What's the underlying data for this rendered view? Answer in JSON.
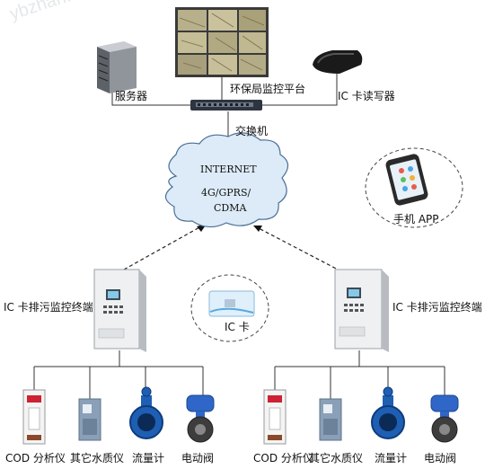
{
  "watermark": "ybzhan.cn",
  "nodes": {
    "server": "服务器",
    "platform": "环保局监控平台",
    "card_reader": "IC 卡读写器",
    "switch": "交换机",
    "cloud_line1": "INTERNET",
    "cloud_line2": "4G/GPRS/",
    "cloud_line3": "CDMA",
    "phone_app": "手机 APP",
    "terminal_left": "IC 卡排污监控终端",
    "terminal_right": "IC 卡排污监控终端",
    "ic_card": "IC 卡"
  },
  "devices_left": [
    "COD 分析仪",
    "其它水质仪",
    "流量计",
    "电动阀"
  ],
  "devices_right": [
    "COD 分析仪",
    "其它水质仪",
    "流量计",
    "电动阀"
  ],
  "colors": {
    "line": "#333333",
    "cabinet": "#eef0f2",
    "meter_blue": "#1e5fb4",
    "valve_blue": "#2f66c8",
    "monitor_frame": "#3a3a3a",
    "map_bg": "#b8b08a"
  }
}
